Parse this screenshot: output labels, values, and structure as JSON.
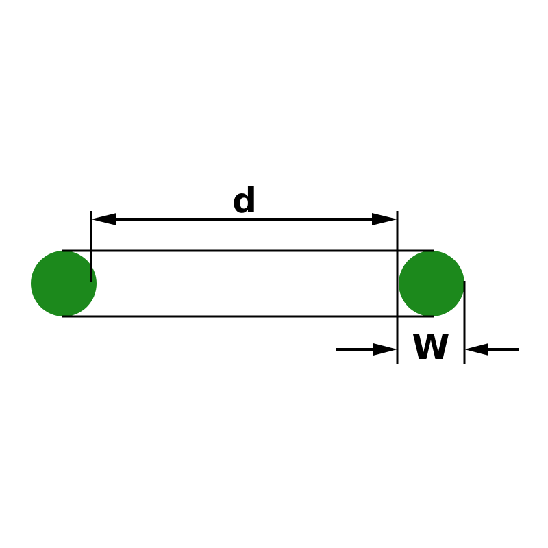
{
  "diagram": {
    "name": "O-ring dimension drawing",
    "labels": {
      "diameter": "d",
      "width": "W"
    },
    "colors": {
      "ring_fill": "#1c891c",
      "line": "#000000",
      "label_text": "#000000",
      "background": "#ffffff"
    }
  }
}
